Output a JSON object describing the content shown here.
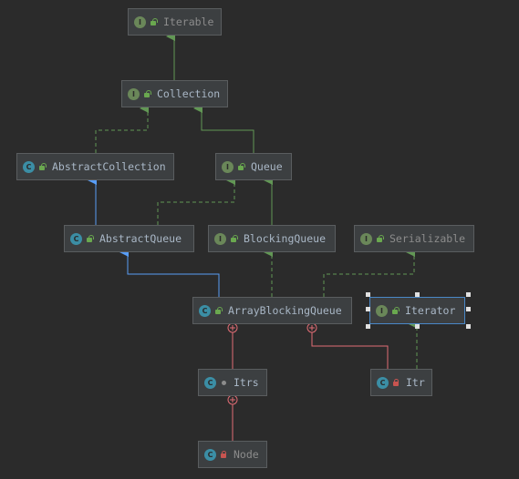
{
  "nodes": {
    "iterable": {
      "label": "Iterable",
      "kind": "I",
      "visibility": "public"
    },
    "collection": {
      "label": "Collection",
      "kind": "I",
      "visibility": "public"
    },
    "abstract_collection": {
      "label": "AbstractCollection",
      "kind": "C",
      "visibility": "public"
    },
    "queue": {
      "label": "Queue",
      "kind": "I",
      "visibility": "public"
    },
    "abstract_queue": {
      "label": "AbstractQueue",
      "kind": "C",
      "visibility": "public"
    },
    "blocking_queue": {
      "label": "BlockingQueue",
      "kind": "I",
      "visibility": "public"
    },
    "serializable": {
      "label": "Serializable",
      "kind": "I",
      "visibility": "public"
    },
    "array_blocking_queue": {
      "label": "ArrayBlockingQueue",
      "kind": "C",
      "visibility": "public"
    },
    "iterator": {
      "label": "Iterator",
      "kind": "I",
      "visibility": "public"
    },
    "itrs": {
      "label": "Itrs",
      "kind": "C",
      "visibility": "package"
    },
    "itr": {
      "label": "Itr",
      "kind": "C",
      "visibility": "private"
    },
    "node": {
      "label": "Node",
      "kind": "C",
      "visibility": "private"
    }
  },
  "colors": {
    "background": "#2b2b2b",
    "interface_edge": "#629755",
    "class_edge": "#589df6",
    "inner_edge": "#e06c75",
    "interface_badge": "#6a8759",
    "class_badge": "#3b8ea5",
    "selection": "#4a88c7"
  },
  "edges": [
    {
      "from": "Collection",
      "to": "Iterable",
      "type": "extends-interface"
    },
    {
      "from": "AbstractCollection",
      "to": "Collection",
      "type": "implements"
    },
    {
      "from": "Queue",
      "to": "Collection",
      "type": "extends-interface"
    },
    {
      "from": "AbstractQueue",
      "to": "AbstractCollection",
      "type": "extends-class"
    },
    {
      "from": "AbstractQueue",
      "to": "Queue",
      "type": "implements"
    },
    {
      "from": "BlockingQueue",
      "to": "Queue",
      "type": "extends-interface"
    },
    {
      "from": "ArrayBlockingQueue",
      "to": "AbstractQueue",
      "type": "extends-class"
    },
    {
      "from": "ArrayBlockingQueue",
      "to": "BlockingQueue",
      "type": "implements"
    },
    {
      "from": "ArrayBlockingQueue",
      "to": "Serializable",
      "type": "implements"
    },
    {
      "from": "Itr",
      "to": "Iterator",
      "type": "implements"
    },
    {
      "from": "Itrs",
      "to": "ArrayBlockingQueue",
      "type": "inner-class"
    },
    {
      "from": "Itr",
      "to": "ArrayBlockingQueue",
      "type": "inner-class"
    },
    {
      "from": "Node",
      "to": "Itrs",
      "type": "inner-class"
    }
  ],
  "selected": "Iterator"
}
